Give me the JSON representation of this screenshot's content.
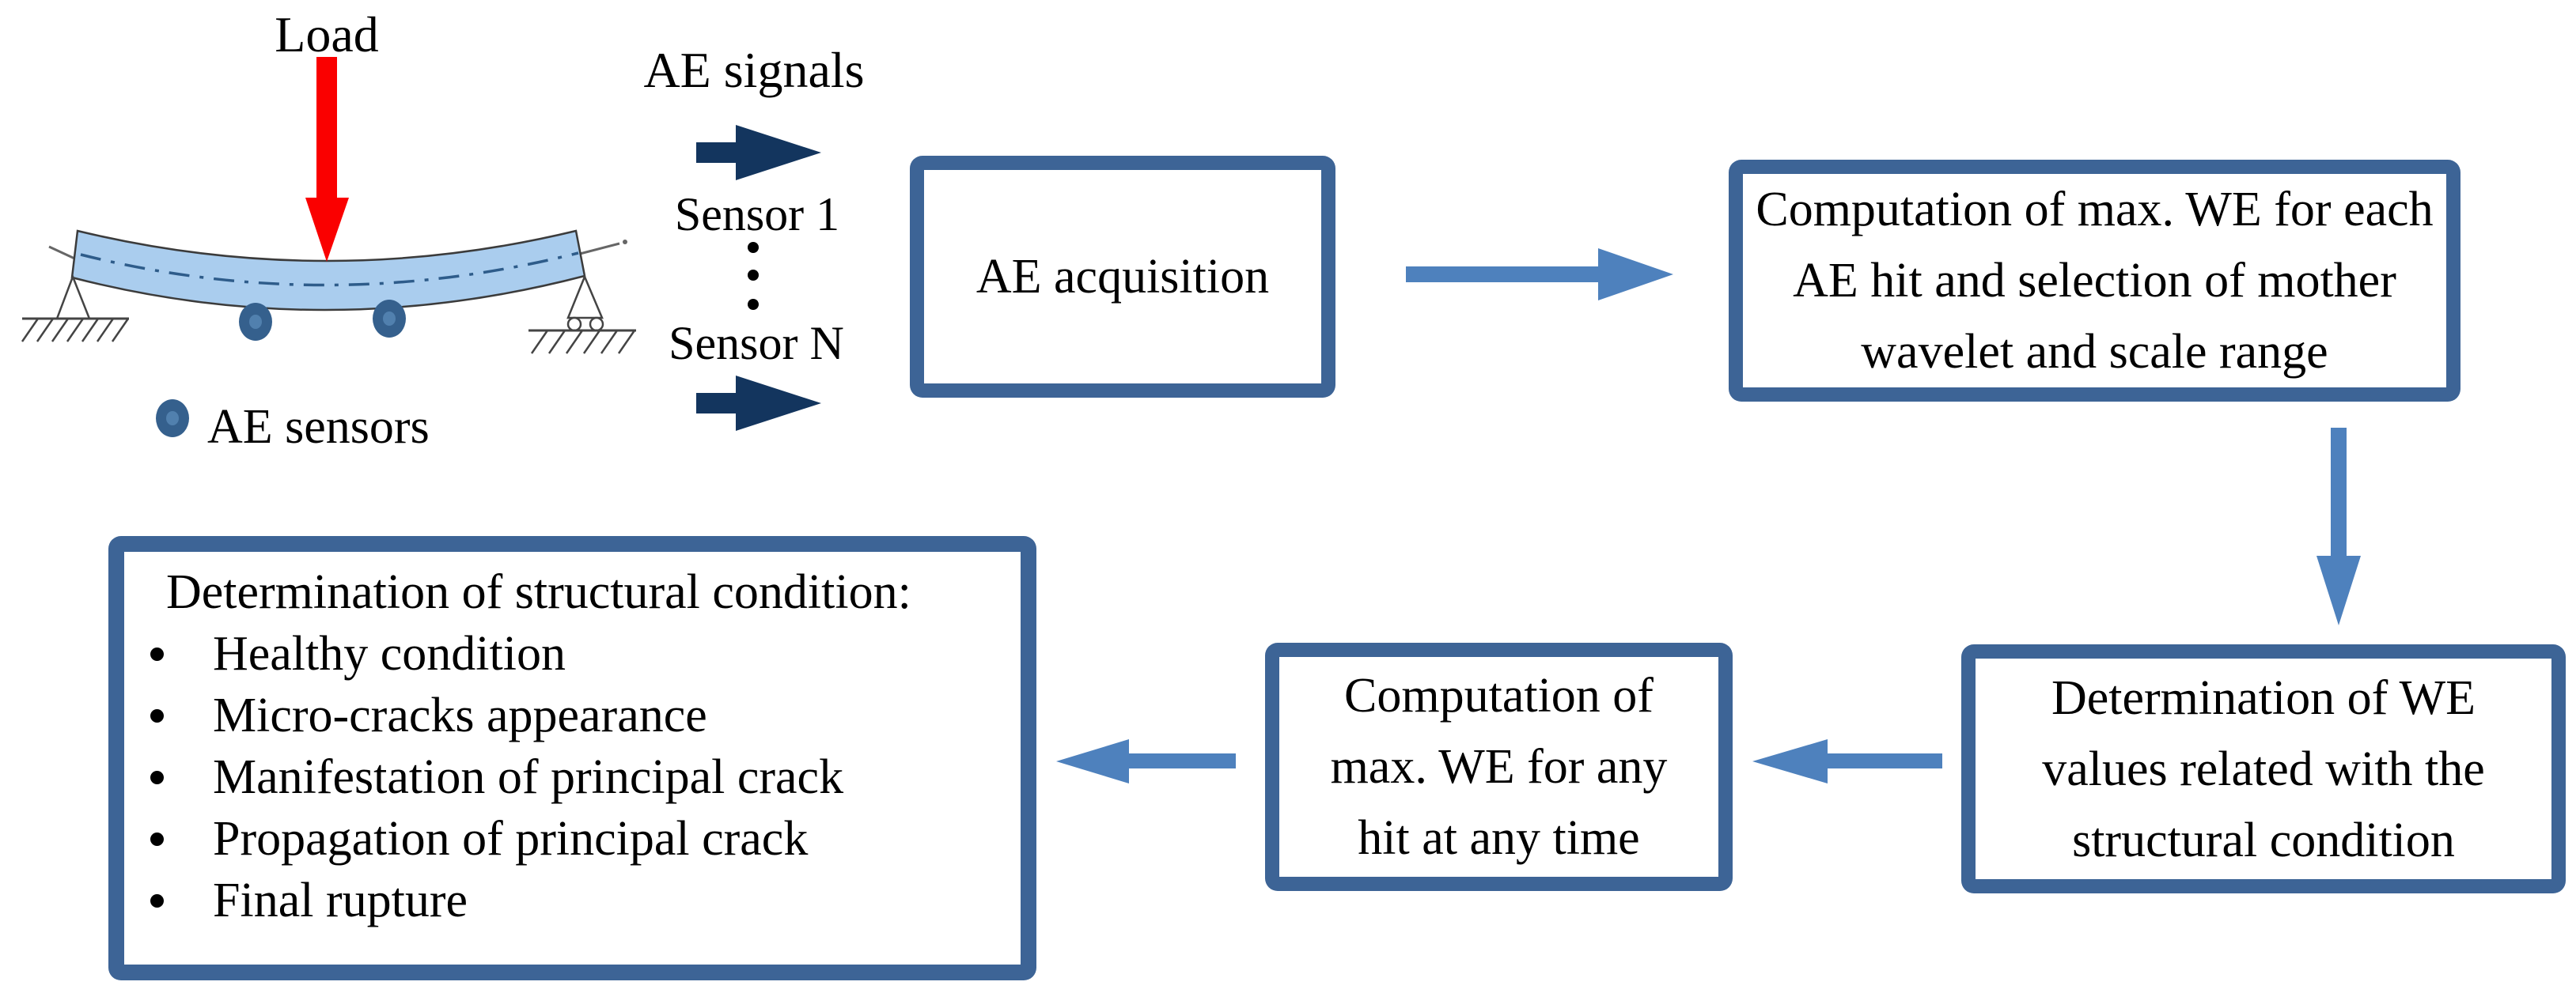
{
  "beam_diagram": {
    "load_label": "Load",
    "legend_label": "AE sensors"
  },
  "signals": {
    "title": "AE signals",
    "sensor_first": "Sensor 1",
    "sensor_last": "Sensor N"
  },
  "flowchart": {
    "box_ae_acquisition": {
      "label": "AE acquisition"
    },
    "box_computation_each": {
      "label": "Computation of max. WE for each\nAE hit and selection of mother\nwavelet and scale range"
    },
    "box_determination_we": {
      "label": "Determination of WE\nvalues related with the\nstructural condition"
    },
    "box_computation_any": {
      "label": "Computation of\nmax. WE for any\nhit at any time"
    },
    "box_structural_condition": {
      "title": "Determination of structural condition:",
      "items": [
        "Healthy condition",
        "Micro-cracks appearance",
        "Manifestation of principal crack",
        "Propagation of principal crack",
        "Final rupture"
      ]
    }
  },
  "colors": {
    "box_border": "#3d6496",
    "arrow_light_blue": "#4e81bd",
    "arrow_navy": "#13355e",
    "beam_fill": "#aacdee",
    "beam_centerline": "#2e5c8a",
    "load_arrow_red": "#fa0000",
    "sensor_fill": "#35608d",
    "sensor_core": "#5180ae"
  }
}
